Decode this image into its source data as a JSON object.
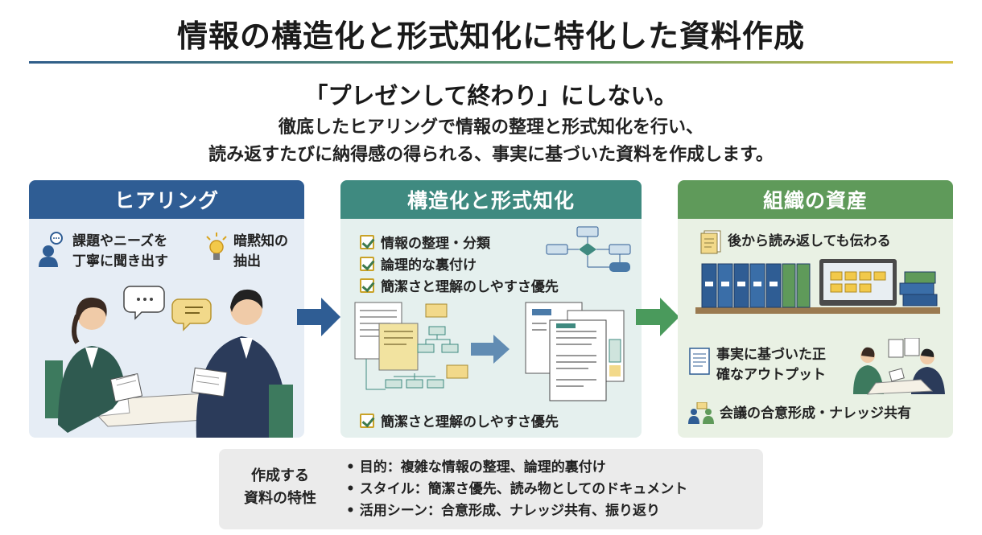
{
  "header": {
    "title": "情報の構造化と形式知化に特化した資料作成",
    "lead": "「プレゼンして終わり」にしない。",
    "sub_line1": "徹底したヒアリングで情報の整理と形式知化を行い、",
    "sub_line2": "読み返すたびに納得感の得られる、事実に基づいた資料を作成します。"
  },
  "panels": [
    {
      "title": "ヒアリング",
      "items": [
        "課題やニーズを",
        "丁寧に聞き出す",
        "暗黙知の",
        "抽出"
      ]
    },
    {
      "title": "構造化と形式知化",
      "checks": [
        "情報の整理・分類",
        "論理的な裏付け",
        "簡潔さと理解のしやすさ優先"
      ],
      "footer_check": "簡潔さと理解のしやすさ優先"
    },
    {
      "title": "組織の資産",
      "items": [
        "後から読み返しても伝わる",
        "事実に基づいた正",
        "確なアウトプット",
        "会議の合意形成・ナレッジ共有"
      ]
    }
  ],
  "features": {
    "label_line1": "作成する",
    "label_line2": "資料の特性",
    "items": [
      "目的：複雑な情報の整理、論理的裏付け",
      "スタイル：簡潔さ優先、読み物としてのドキュメント",
      "活用シーン：合意形成、ナレッジ共有、振り返り"
    ]
  },
  "colors": {
    "hearing": "#2f5d94",
    "structuring": "#3f8a80",
    "asset": "#5f9a5a",
    "accent_yellow": "#f2d98a"
  }
}
